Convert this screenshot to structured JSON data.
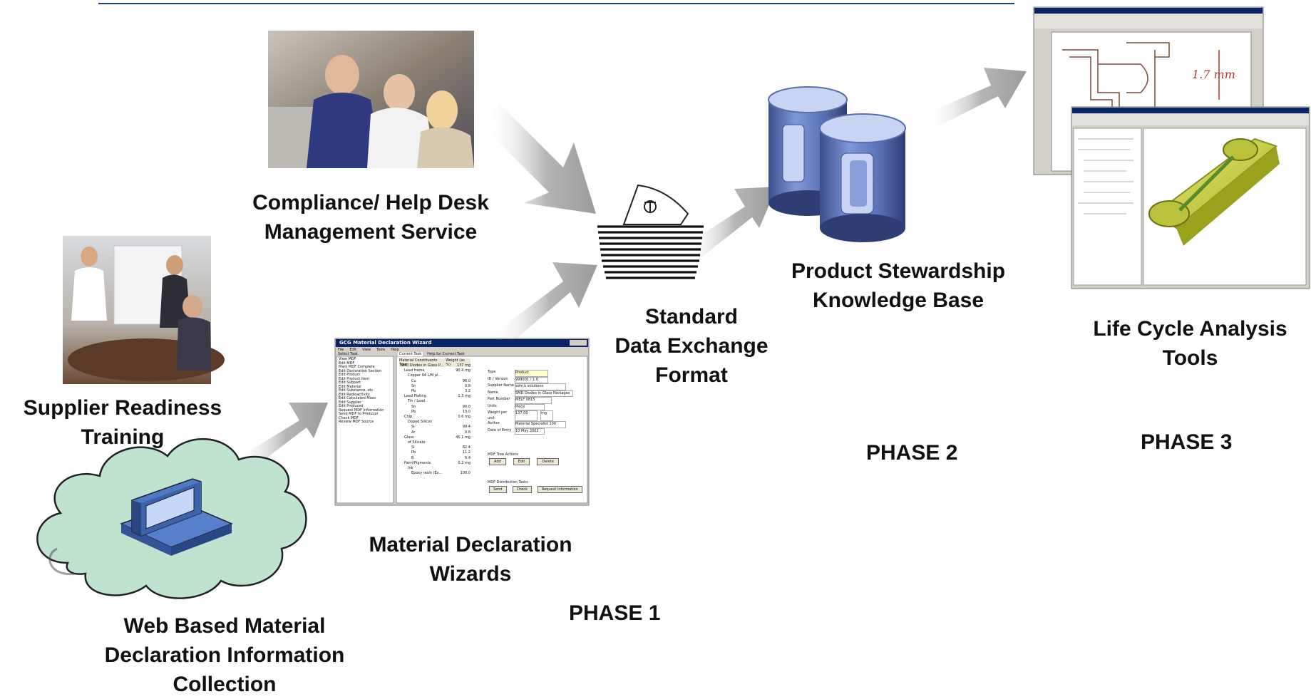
{
  "nodes": {
    "compliance": "Compliance/ Help Desk\nManagement Service",
    "supplier_training": "Supplier Readiness\nTraining",
    "web_based": "Web Based  Material\nDeclaration Information\nCollection",
    "wizards": "Material Declaration\nWizards",
    "standard_format": "Standard\nData Exchange\nFormat",
    "knowledge_base": "Product Stewardship\nKnowledge Base",
    "lca_tools": "Life Cycle Analysis\nTools"
  },
  "phases": [
    "PHASE 1",
    "PHASE 2",
    "PHASE 3"
  ],
  "wizard_window": {
    "title": "GCG Material Declaration Wizard",
    "menu": [
      "File",
      "Edit",
      "View",
      "Tools",
      "Help"
    ],
    "tabs": [
      "Current Task",
      "Help for Current Task"
    ],
    "tasks_header": "Select Task",
    "tasks": [
      "View MDF",
      "Edit MDF",
      "Mark MDF Complete",
      "Edit Declaration Section",
      "Edit Product",
      "Edit Product Item",
      "Edit Subpart",
      "Edit Material",
      "Edit Substance, etc",
      "Edit Radioactivity",
      "Edit Calculated Mass",
      "Edit Supplier",
      "Edit Produced",
      "Request MDF Information",
      "Send MDF to Producer",
      "Check MDF",
      "Review MDF Source"
    ],
    "tree_headers": [
      "Material Constituents Tree",
      "Weight (as %)"
    ],
    "tree": [
      [
        "SMD Diodes in Glass P...",
        "137 mg"
      ],
      [
        "Lead frame",
        "90.4 mg"
      ],
      [
        "Copper 94 L/M pl...",
        ""
      ],
      [
        "Cu",
        "96.0"
      ],
      [
        "Sn",
        "0.8"
      ],
      [
        "Pb",
        "3.2"
      ],
      [
        "Lead Plating",
        "1.3 mg"
      ],
      [
        "Tin / Lead",
        ""
      ],
      [
        "Sn",
        "90.0"
      ],
      [
        "Pb",
        "10.0"
      ],
      [
        "Chip",
        "0.6 mg"
      ],
      [
        "Doped Silicon",
        ""
      ],
      [
        "Si",
        "99.4"
      ],
      [
        "Ar",
        "0.6"
      ],
      [
        "Glass",
        "45.1 mg"
      ],
      [
        "of Silicate",
        ""
      ],
      [
        "Si",
        "82.4"
      ],
      [
        "Pb",
        "11.2"
      ],
      [
        "B",
        "6.4"
      ],
      [
        "Paint/Pigments",
        "0.2 mg"
      ],
      [
        "Ink",
        ""
      ],
      [
        "Epoxy resin (Ex...",
        "100.0"
      ]
    ],
    "form": [
      [
        "Type",
        "Product"
      ],
      [
        "ID / Version",
        "999001 / 1.0"
      ],
      [
        "Supplier Name",
        "sdm.k.solutions"
      ],
      [
        "Name",
        "SMD Diodes in Glass Packages"
      ],
      [
        "Part Number",
        "MELF 0815"
      ],
      [
        "Units",
        "Piece"
      ],
      [
        "Weight per unit",
        "137.00"
      ],
      [
        "Author",
        "Material Specialist 100"
      ],
      [
        "Date of Entry",
        "10 May 2002"
      ]
    ],
    "unit_select": "mg",
    "tree_actions_label": "MDF Tree Actions",
    "tree_actions": [
      "Add",
      "Edit",
      "Delete"
    ],
    "distribution_label": "MDF Distribution Tasks",
    "distribution_actions": [
      "Send",
      "Check",
      "Request Information"
    ]
  },
  "cad_window": {
    "dimension_label": "1.7 mm"
  },
  "colors": {
    "arrow": "#a8a8a8",
    "cloud": "#bfe3cf",
    "db_body": "#7d92c7",
    "db_top": "#a9b8e3",
    "computer": "#4f78c5",
    "top_line": "#1f3f7a",
    "cad_part": "#c8d33a"
  }
}
